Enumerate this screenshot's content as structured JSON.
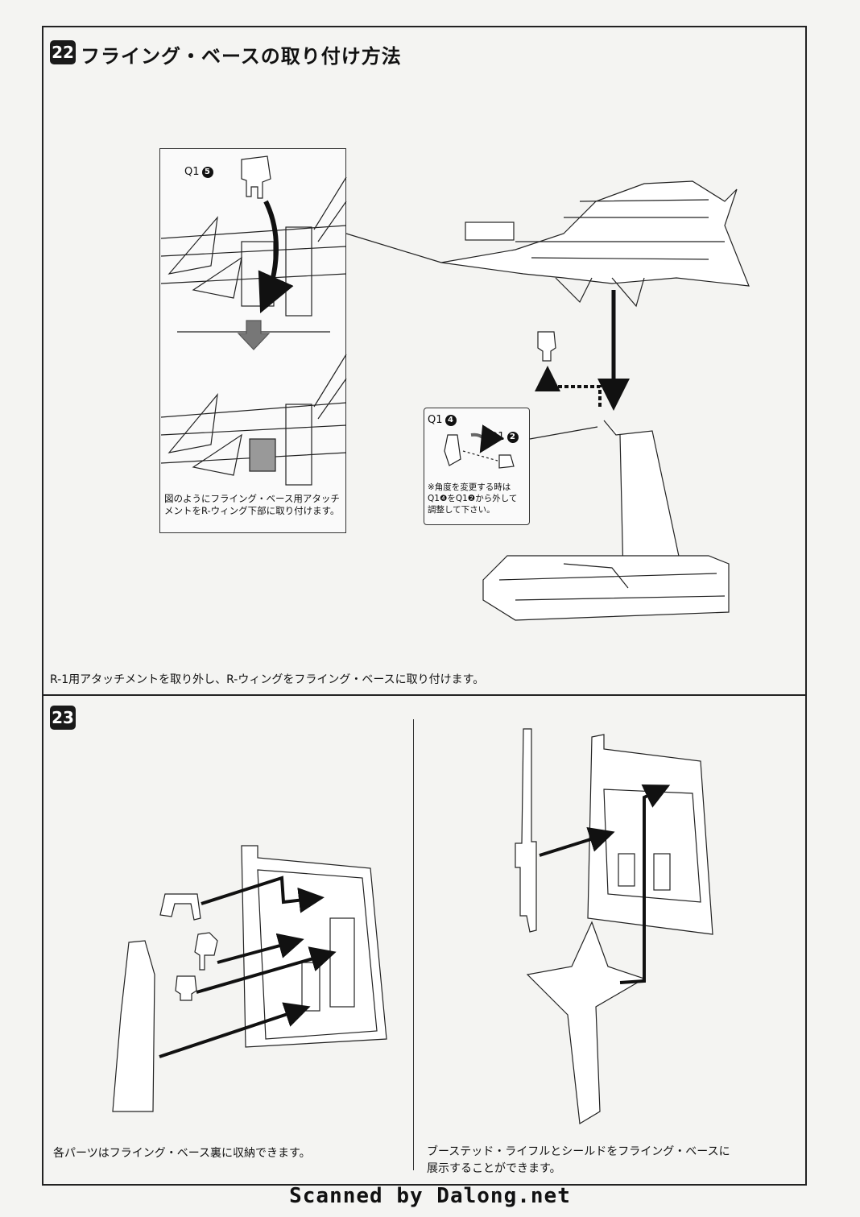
{
  "step22": {
    "badge": "22",
    "title": "フライング・ベースの取り付け方法",
    "inset_part_label": "Q1",
    "inset_part_number": "5",
    "inset_note": "図のようにフライング・ベース用アタッチメントをR-ウィング下部に取り付けます。",
    "detail_part_a_label": "Q1",
    "detail_part_a_number": "4",
    "detail_part_b_label": "Q1",
    "detail_part_b_number": "2",
    "detail_note": "※角度を変更する時はQ1❹をQ1❷から外して調整して下さい。",
    "caption": "R-1用アタッチメントを取り外し、R-ウィングをフライング・ベースに取り付けます。"
  },
  "step23": {
    "badge": "23",
    "caption_left": "各パーツはフライング・ベース裏に収納できます。",
    "caption_right_line1": "ブーステッド・ライフルとシールドをフライング・ベースに",
    "caption_right_line2": "展示することができます。"
  },
  "footer": {
    "text": "Scanned by Dalong.net"
  }
}
